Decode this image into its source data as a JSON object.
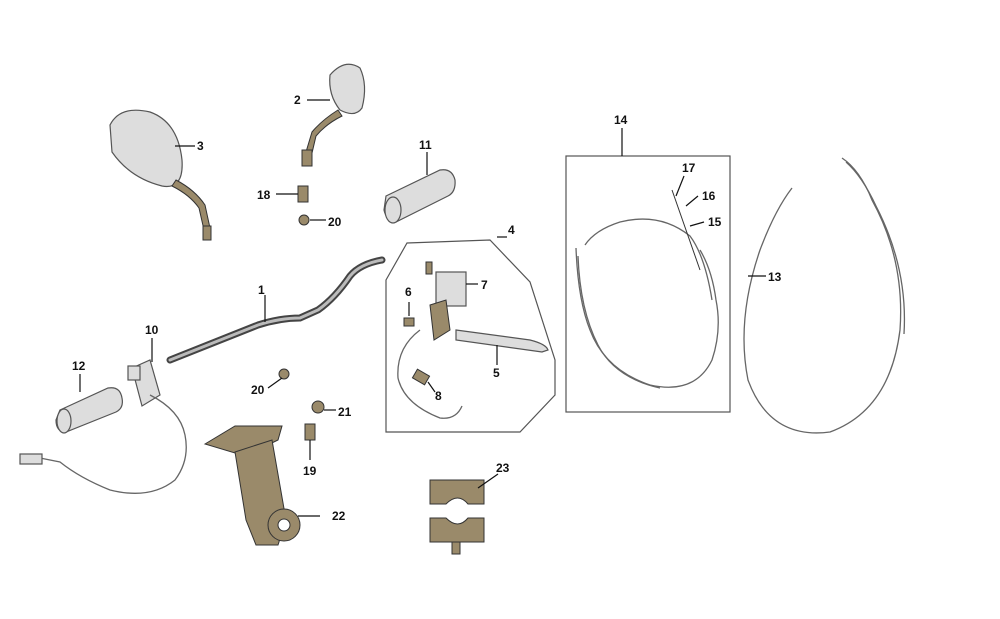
{
  "diagram": {
    "callouts": [
      "1",
      "2",
      "3",
      "4",
      "5",
      "6",
      "7",
      "8",
      "10",
      "11",
      "12",
      "13",
      "14",
      "15",
      "16",
      "17",
      "18",
      "19",
      "20",
      "20",
      "21",
      "22",
      "23"
    ]
  }
}
